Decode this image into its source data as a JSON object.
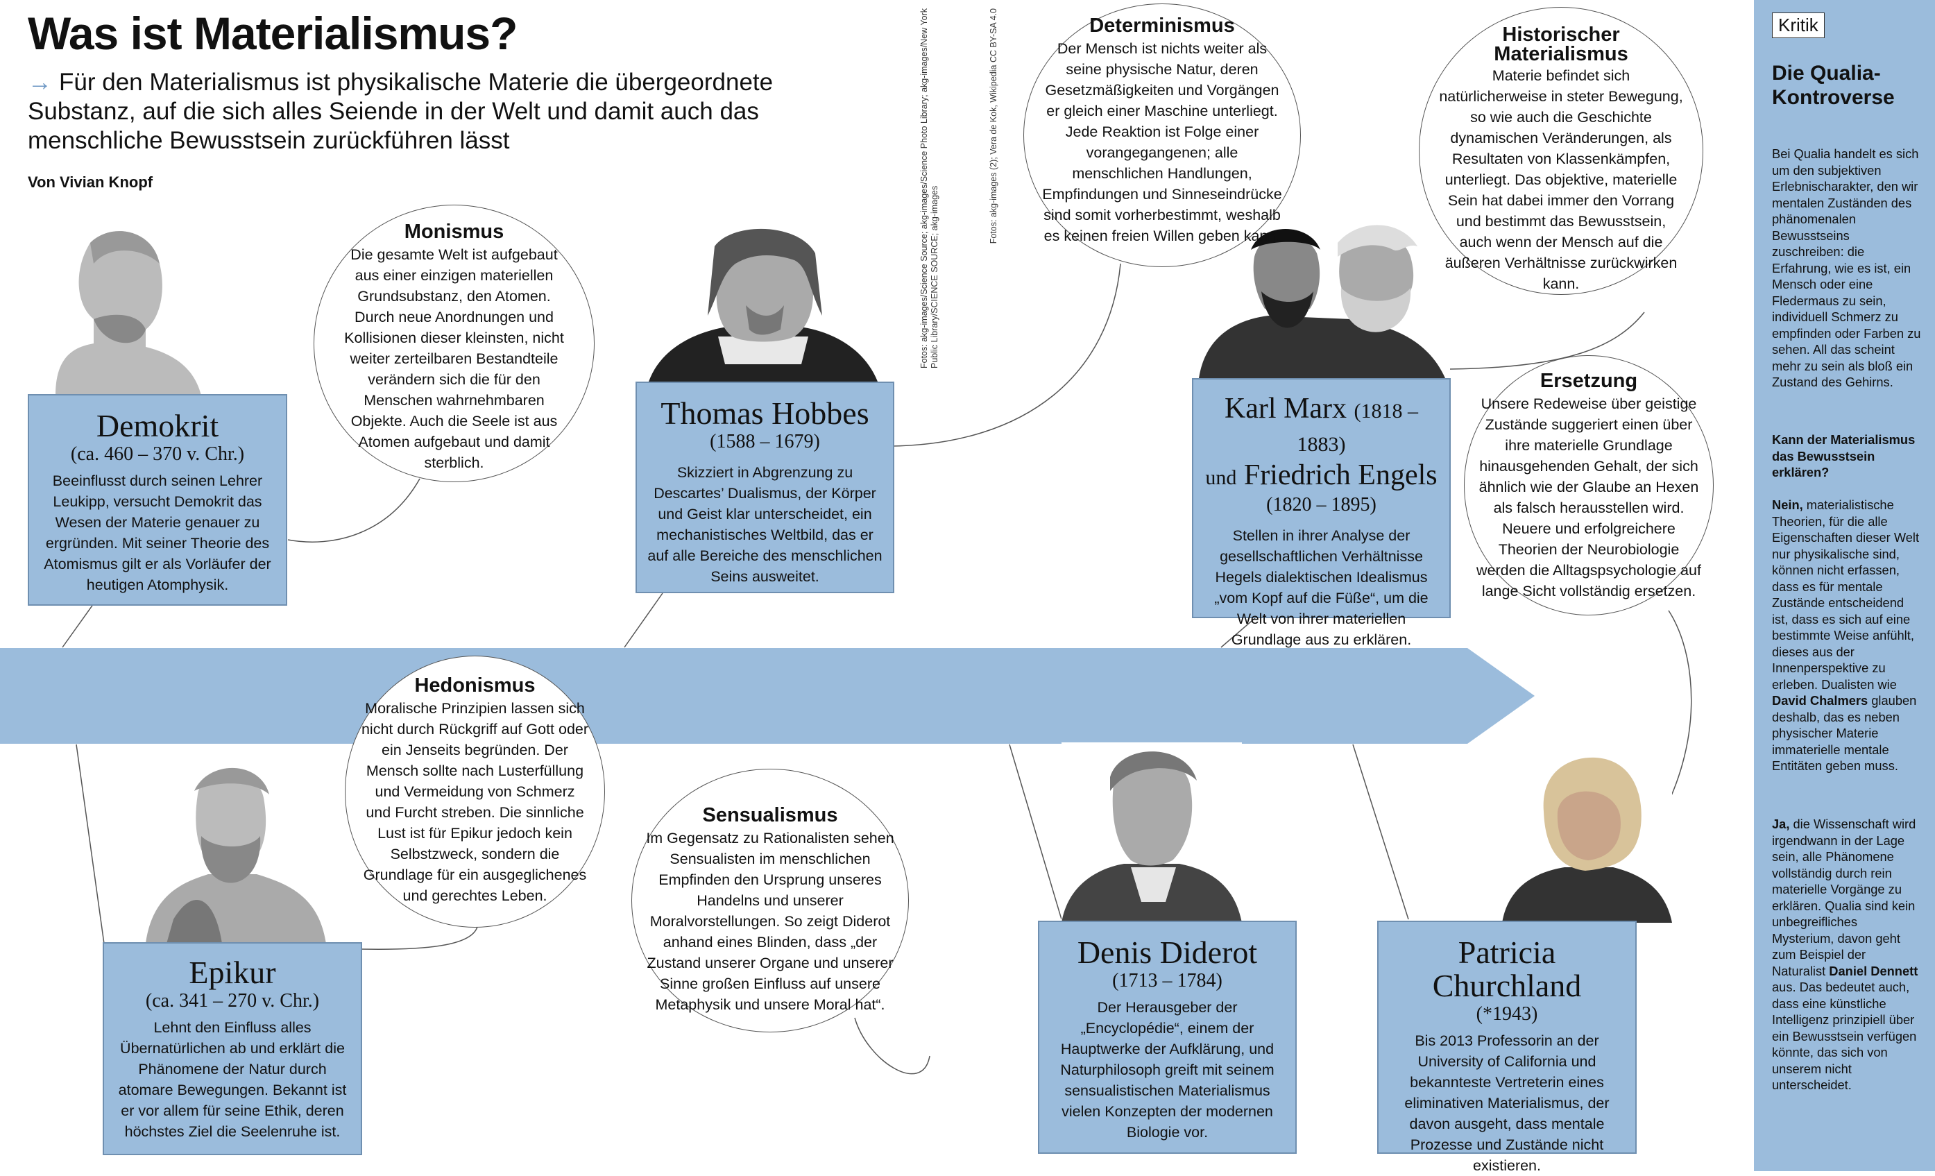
{
  "header": {
    "title": "Was ist Materialismus?",
    "subtitle_arrow": "→",
    "subtitle": "Für den Materialismus ist physikalische Materie die übergeordnete Substanz, auf die sich alles Seiende in der Welt und damit auch das menschliche Bewusstsein zurückführen lässt",
    "author": "Von Vivian Knopf"
  },
  "credits": {
    "line1": "Fotos: akg-images/Science Source; akg-images/Science Photo Library; akg-images/New York",
    "line2": "Public Library/SCIENCE SOURCE; akg-images",
    "line3": "Fotos: akg-images (2); Vera de Kok, Wikipedia CC BY-SA 4.0"
  },
  "colors": {
    "box": "#9bbcdc",
    "timeline": "#9bbcdc",
    "sidebar": "#9bbcdc"
  },
  "philosophers": {
    "demokrit": {
      "name": "Demokrit",
      "dates": "(ca. 460 – 370 v. Chr.)",
      "desc": "Beeinflusst durch seinen Lehrer Leukipp, versucht Demokrit das Wesen der Materie genauer zu ergründen. Mit seiner Theorie des Atomismus gilt er als Vorläufer der heutigen Atomphysik.",
      "portrait": "demokrit-portrait"
    },
    "hobbes": {
      "name": "Thomas Hobbes",
      "dates": "(1588 – 1679)",
      "desc": "Skizziert in Abgrenzung zu Descartes’ Dualismus, der Körper und Geist klar unterscheidet, ein mechanistisches Weltbild, das er auf alle Bereiche des menschlichen Seins ausweitet.",
      "portrait": "hobbes-portrait"
    },
    "marx_engels": {
      "name1": "Karl Marx",
      "dates1": "(1818 – 1883)",
      "and": "und",
      "name2": "Friedrich Engels",
      "dates2": "(1820 – 1895)",
      "desc": "Stellen in ihrer Analyse der gesellschaftlichen Verhältnisse Hegels dialektischen Idealismus „vom Kopf auf die Füße“, um die Welt von ihrer materiellen Grundlage aus zu erklären.",
      "portrait": "marx-engels-portrait"
    },
    "epikur": {
      "name": "Epikur",
      "dates": "(ca. 341 – 270 v. Chr.)",
      "desc": "Lehnt den Einfluss alles Übernatürlichen ab und erklärt die Phänomene der Natur durch atomare Bewegungen. Bekannt ist er vor allem für seine Ethik, deren höchstes Ziel die Seelenruhe ist.",
      "portrait": "epikur-portrait"
    },
    "diderot": {
      "name": "Denis Diderot",
      "dates": "(1713 – 1784)",
      "desc": "Der Herausgeber der „Encyclopédie“, einem der Hauptwerke der Aufklärung, und Naturphilosoph greift mit seinem sensualistischen Materialismus vielen Konzepten der modernen Biologie vor.",
      "portrait": "diderot-portrait"
    },
    "churchland": {
      "name": "Patricia Churchland",
      "dates": "(*1943)",
      "desc": "Bis 2013 Professorin an der University of California und bekannteste Vertreterin eines eliminativen Materialismus, der davon ausgeht, dass mentale Prozesse und Zustände nicht existieren.",
      "portrait": "churchland-portrait"
    }
  },
  "concepts": {
    "monismus": {
      "title": "Monismus",
      "body": "Die gesamte Welt ist aufgebaut aus einer einzigen materiellen Grundsubstanz, den Atomen. Durch neue Anordnungen und Kollisionen dieser kleinsten, nicht weiter zerteilbaren Bestandteile verändern sich die für den Menschen wahrnehmbaren Objekte. Auch die Seele ist aus Atomen aufgebaut und damit sterblich."
    },
    "determinismus": {
      "title": "Determinismus",
      "body": "Der Mensch ist nichts weiter als seine physische Natur, deren Gesetzmäßigkeiten und Vorgängen er gleich einer Maschine unterliegt. Jede Reaktion ist Folge einer vorangegangenen; alle menschlichen Handlungen, Empfindungen und Sinneseindrücke sind somit vorherbestimmt, weshalb es keinen freien Willen geben kann."
    },
    "historischer": {
      "title": "Historischer Materialismus",
      "body": "Materie befindet sich natürlicherweise in steter Bewegung, so wie auch die Geschichte dynamischen Veränderungen, als Resultaten von Klassenkämpfen, unterliegt. Das objektive, materielle Sein hat dabei immer den Vorrang und bestimmt das Bewusstsein, auch wenn der Mensch auf die äußeren Verhältnisse zurückwirken kann."
    },
    "ersetzung": {
      "title": "Ersetzung",
      "body": "Unsere Redeweise über geistige Zustände suggeriert einen über ihre materielle Grundlage hinausgehenden Gehalt, der sich ähnlich wie der Glaube an Hexen als falsch herausstellen wird. Neuere und erfolgreichere Theorien der Neurobiologie werden die Alltagspsychologie auf lange Sicht vollständig ersetzen."
    },
    "hedonismus": {
      "title": "Hedonismus",
      "body": "Moralische Prinzipien lassen sich nicht durch Rückgriff auf Gott oder ein Jenseits begründen. Der Mensch sollte nach Lusterfüllung und Vermeidung von Schmerz und Furcht streben. Die sinnliche Lust ist für Epikur jedoch kein Selbstzweck, sondern die Grundlage für ein ausgeglichenes und gerechtes Leben."
    },
    "sensualismus": {
      "title": "Sensualismus",
      "body": "Im Gegensatz zu Rationalisten sehen Sensualisten im menschlichen Empfinden den Ursprung unseres Handelns und unserer Moralvorstellungen. So zeigt Diderot anhand eines Blinden, dass „der Zustand unserer Organe und unserer Sinne großen Einfluss auf unsere Metaphysik und unsere Moral hat“."
    }
  },
  "sidebar": {
    "label": "Kritik",
    "heading": "Die Qualia-Kontroverse",
    "intro": "Bei Qualia handelt es sich um den subjektiven Erlebnischarakter, den wir mentalen Zuständen des phänomenalen Bewusstseins zuschreiben: die Erfahrung, wie es ist, ein Mensch oder eine Fledermaus zu sein, individuell Schmerz zu empfinden oder Farben zu sehen. All das scheint mehr zu sein als bloß ein Zustand des Gehirns.",
    "question": "Kann der Materialismus das Bewusstsein erklären?",
    "no_lead": "Nein,",
    "no_part1": " materialistische Theorien, für die alle Eigenschaften dieser Welt nur physikalische sind, können nicht erfassen, dass es für mentale Zustände entscheidend ist, dass es sich auf eine bestimmte Weise anfühlt, dieses aus der Innenperspektive zu erleben. Dualisten wie ",
    "no_name": "David Chalmers",
    "no_part2": " glauben deshalb, das es neben physischer Materie immaterielle mentale Entitäten geben muss.",
    "yes_lead": "Ja,",
    "yes_part1": " die Wissenschaft wird irgendwann in der Lage sein, alle Phänomene vollständig durch rein materielle Vorgänge zu erklären. Qualia sind kein unbegreifliches Mysterium, davon geht zum Beispiel der Naturalist ",
    "yes_name": "Daniel Dennett",
    "yes_part2": " aus. Das bedeutet auch, dass eine künstliche Intelligenz prinzipiell über ein Bewusstsein verfügen könnte, das sich von unserem nicht unterscheidet."
  }
}
